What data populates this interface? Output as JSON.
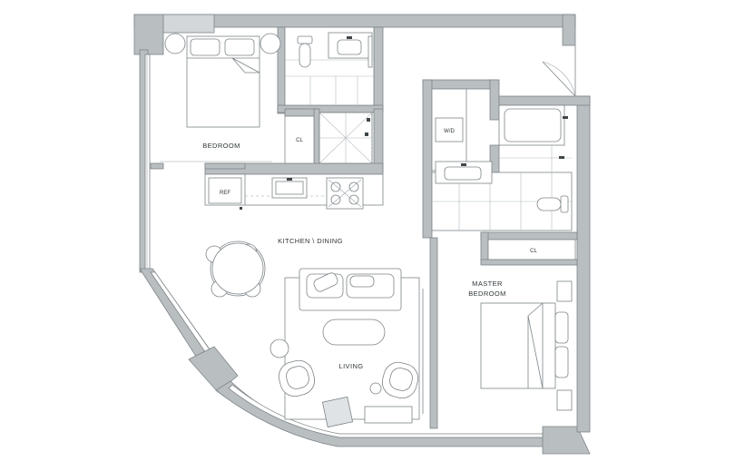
{
  "rooms": {
    "bedroom": "BEDROOM",
    "kitchen_dining": "KITCHEN \\ DINING",
    "living": "LIVING",
    "master_bedroom_line1": "MASTER",
    "master_bedroom_line2": "BEDROOM"
  },
  "labels": {
    "closet_bedroom": "CL",
    "closet_master": "CL",
    "washer_dryer": "W/D",
    "refrigerator": "REF"
  },
  "colors": {
    "wall_fill": "#b9bec1",
    "wall_stroke": "#7d8488",
    "text": "#2f3538"
  }
}
